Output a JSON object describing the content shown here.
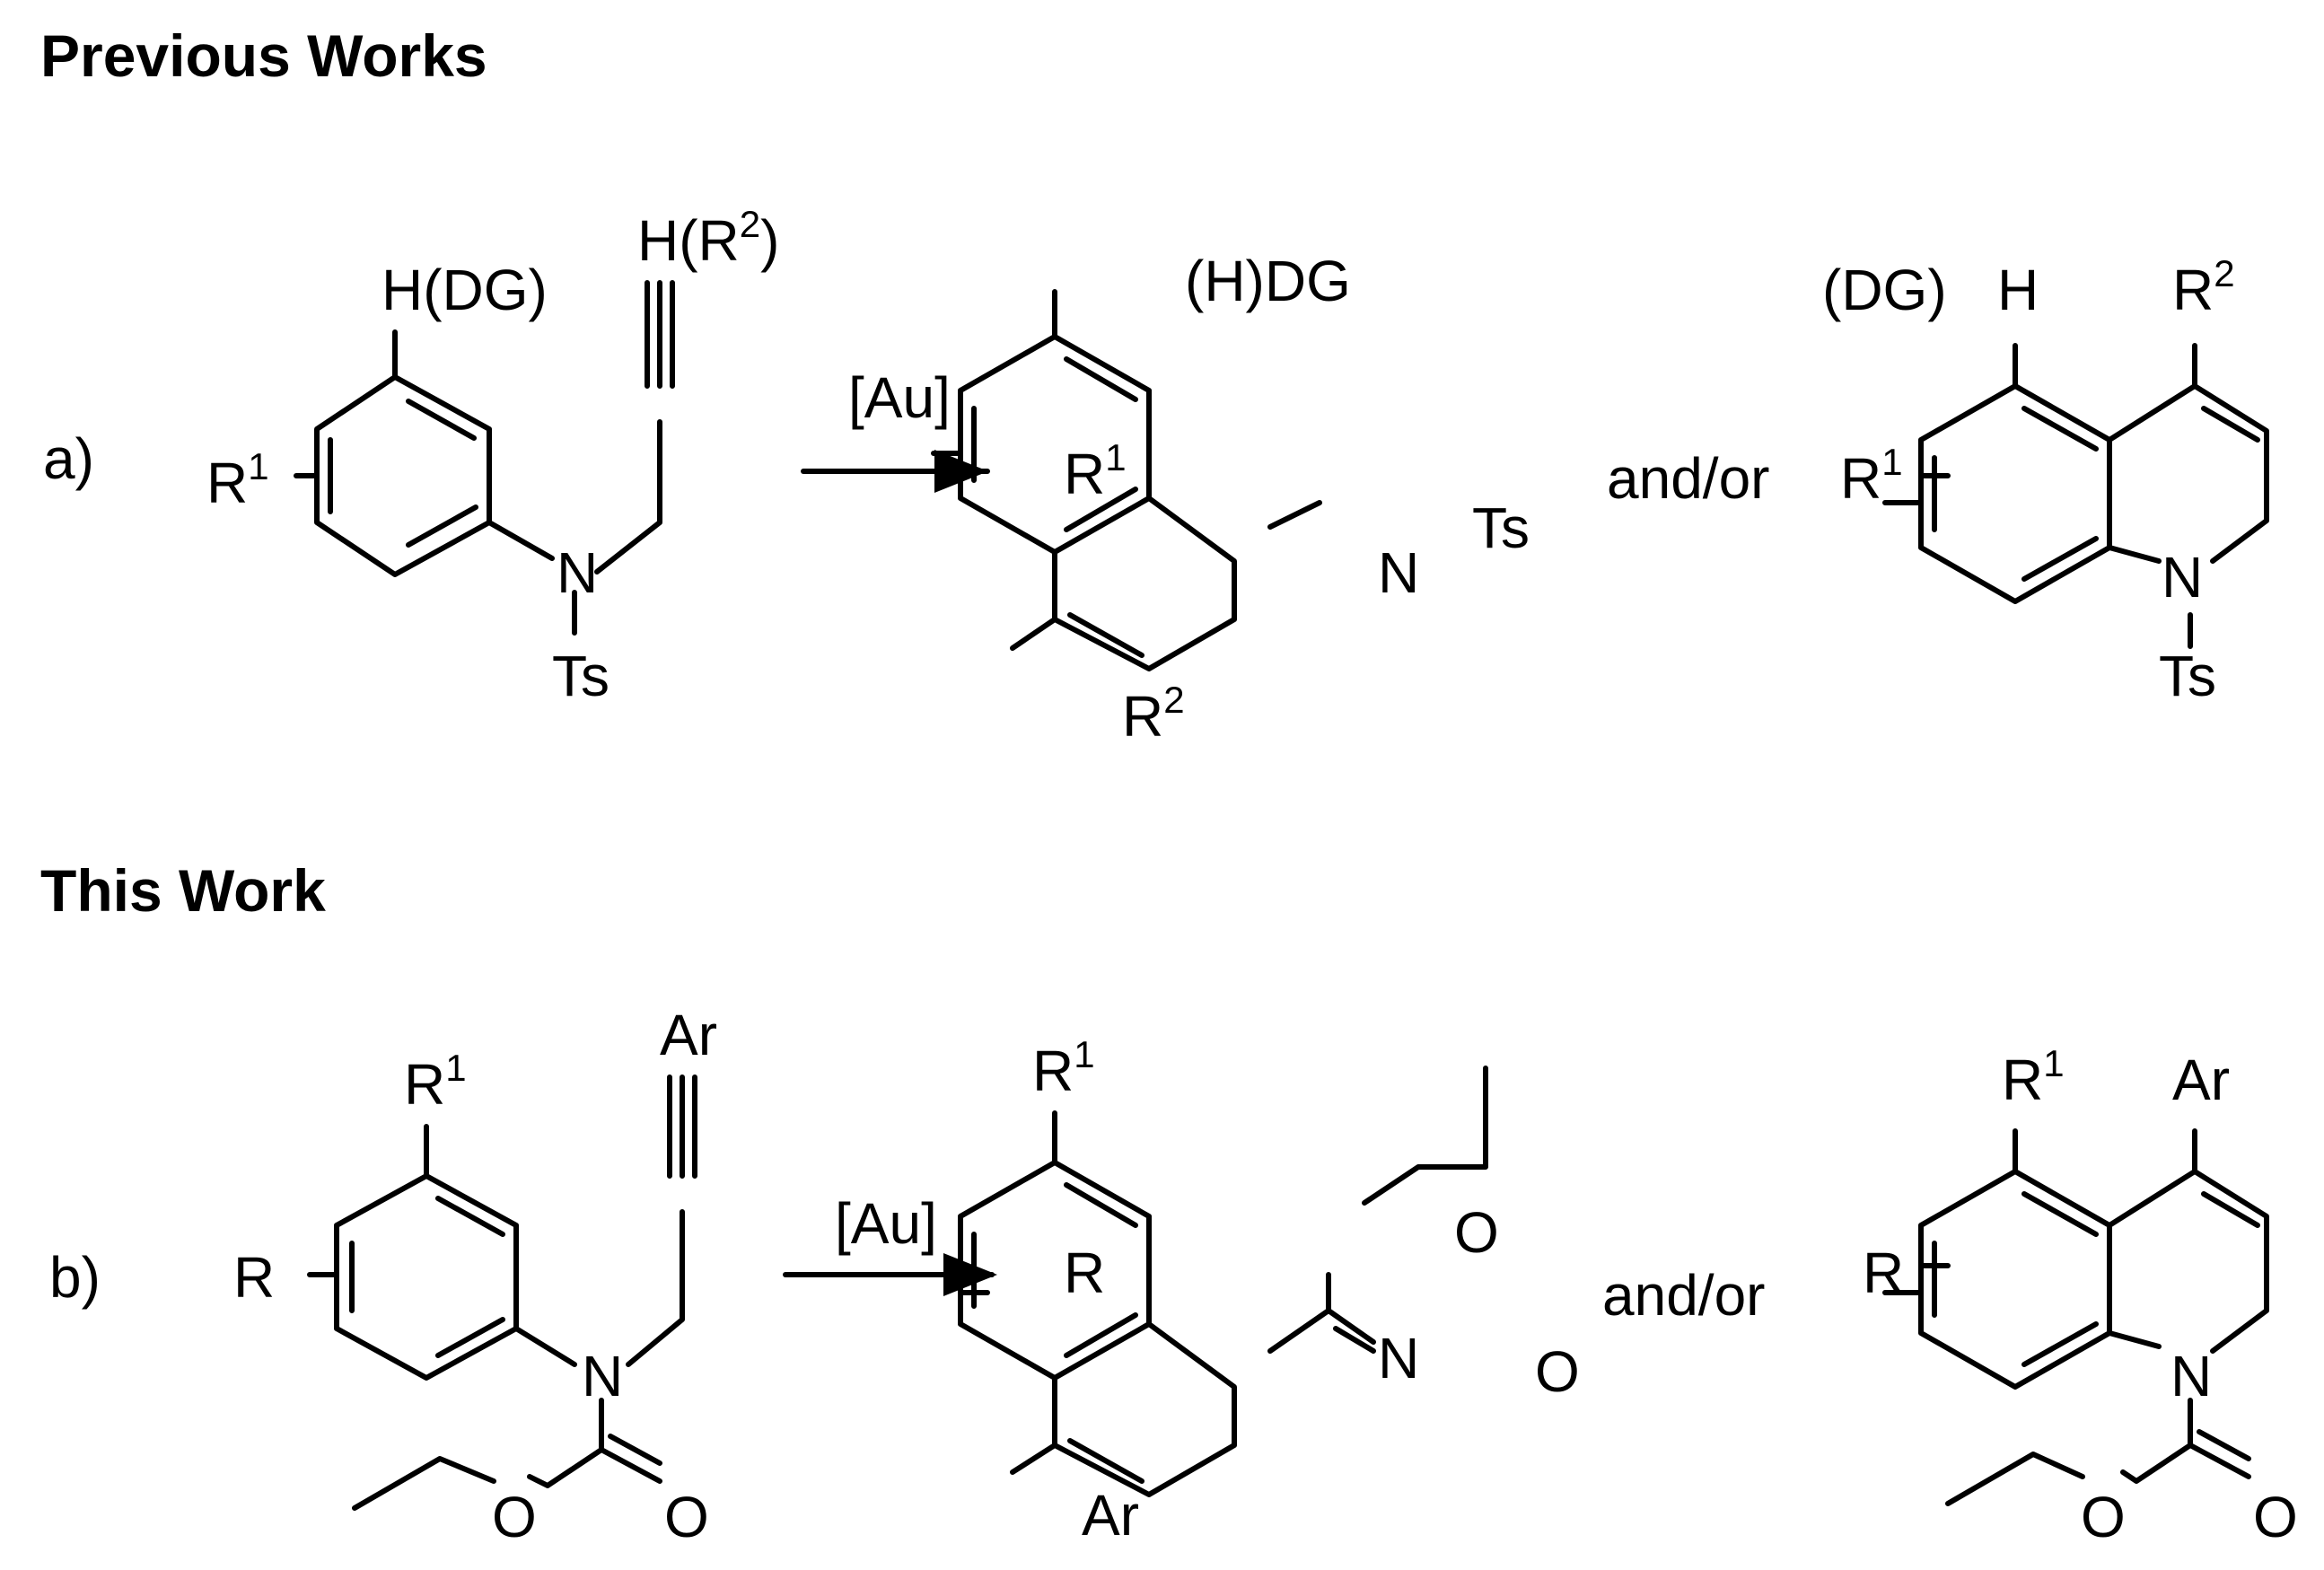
{
  "headers": {
    "previous": "Previous Works",
    "current": "This Work"
  },
  "row_a": {
    "label": "a)",
    "reagent": "[Au]",
    "and_or": "and/or",
    "reactant": {
      "top_h": "H(DG)",
      "alkyne_end": "H(R",
      "alkyne_end_sup": "2",
      "alkyne_end_close": ")",
      "sub": "R",
      "sub_sup": "1",
      "n": "N",
      "ts": "Ts"
    },
    "product1": {
      "top": "(H)DG",
      "sub": "R",
      "sub_sup": "1",
      "n": "N",
      "ts": "Ts",
      "r2": "R",
      "r2_sup": "2"
    },
    "product2": {
      "dg": "(DG)",
      "h": "H",
      "r2": "R",
      "r2_sup": "2",
      "sub": "R",
      "sub_sup": "1",
      "n": "N",
      "ts": "Ts"
    }
  },
  "row_b": {
    "label": "b)",
    "reagent": "[Au]",
    "and_or": "and/or",
    "reactant": {
      "r1": "R",
      "r1_sup": "1",
      "ar": "Ar",
      "sub": "R",
      "n": "N",
      "o1": "O",
      "o2": "O"
    },
    "product1": {
      "r1": "R",
      "r1_sup": "1",
      "sub": "R",
      "n": "N",
      "o1": "O",
      "o2": "O",
      "ar": "Ar"
    },
    "product2": {
      "r1": "R",
      "r1_sup": "1",
      "ar": "Ar",
      "sub": "R",
      "n": "N",
      "o1": "O",
      "o2": "O"
    }
  }
}
